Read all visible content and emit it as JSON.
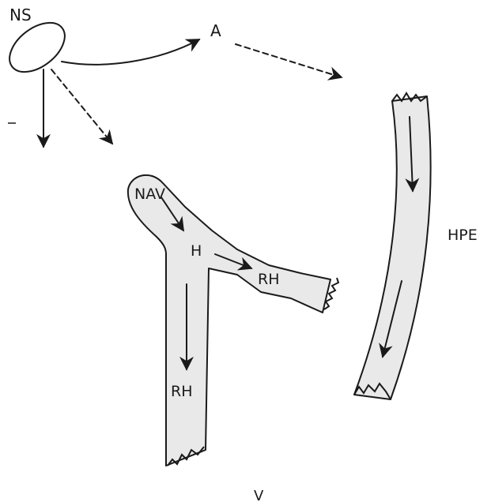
{
  "labels": {
    "ns": "NS",
    "a": "A",
    "nav": "NAV",
    "h": "H",
    "rh_branch": "RH",
    "rh_stem": "RH",
    "hpe": "HPE",
    "v": "V"
  }
}
